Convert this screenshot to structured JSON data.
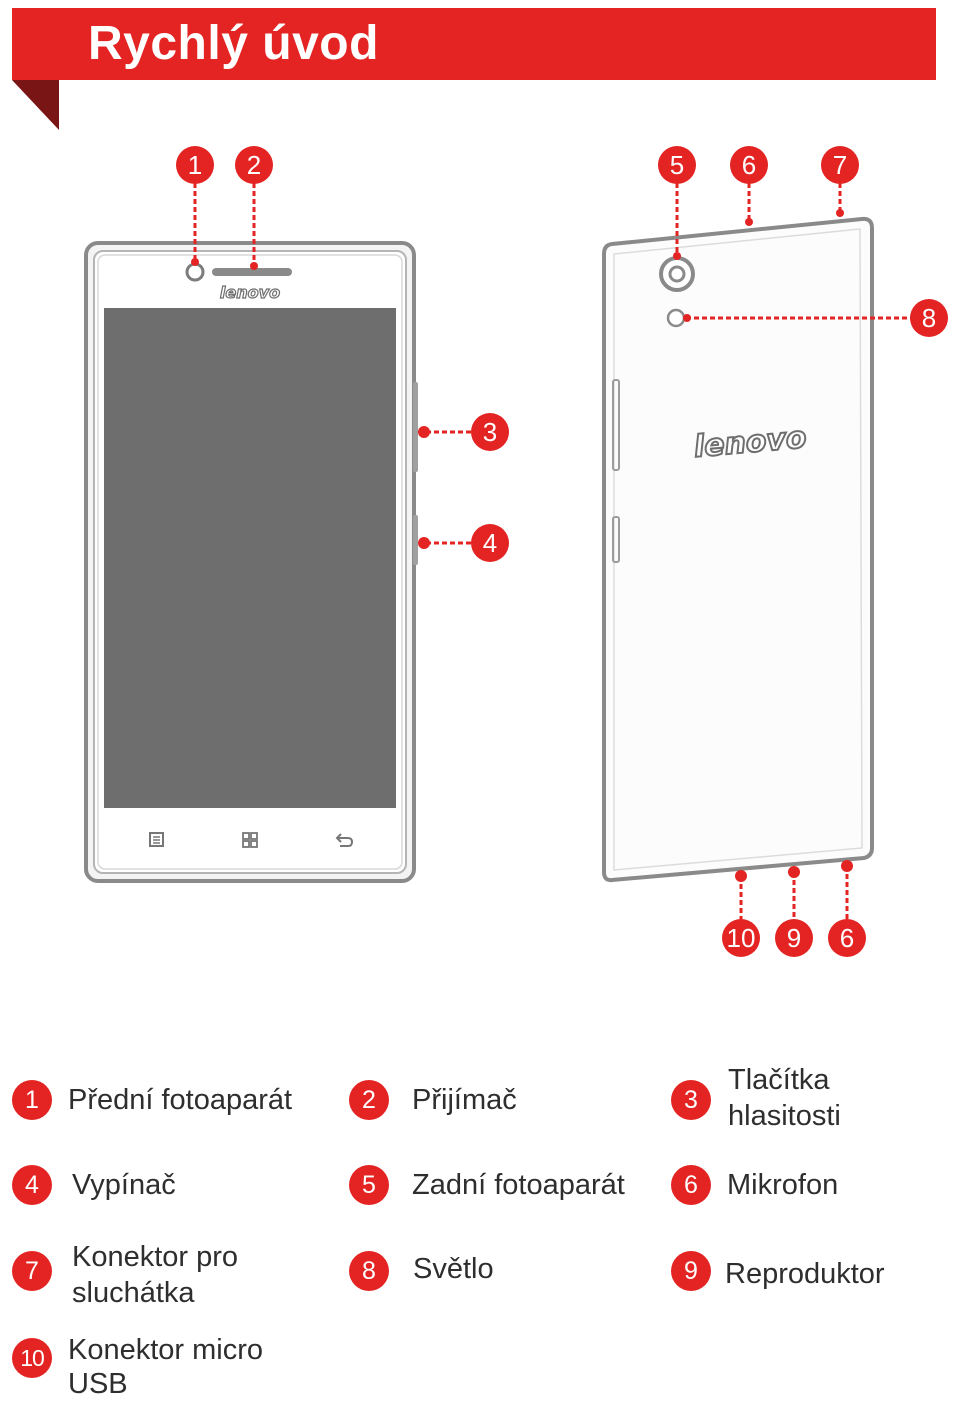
{
  "header": {
    "title": "Rychlý úvod",
    "color": "#e32423"
  },
  "front_phone": {
    "brand_logo": "lenovo",
    "nav_icons": [
      "menu-icon",
      "home-icon",
      "back-icon"
    ],
    "screen_color": "#6e6e6e"
  },
  "back_phone": {
    "brand_logo": "lenovo"
  },
  "callouts": {
    "front_camera": "1",
    "receiver": "2",
    "volume": "3",
    "power": "4",
    "rear_camera": "5",
    "mic_top": "6",
    "headset": "7",
    "flash": "8",
    "usb": "10",
    "speaker": "9",
    "mic_bottom": "6"
  },
  "legend": [
    {
      "num": "1",
      "label": "Přední fotoaparát"
    },
    {
      "num": "2",
      "label": "Přijímač"
    },
    {
      "num": "3",
      "label_lines": [
        "Tlačítka",
        "hlasitosti"
      ]
    },
    {
      "num": "4",
      "label": "Vypínač"
    },
    {
      "num": "5",
      "label": "Zadní fotoaparát"
    },
    {
      "num": "6",
      "label": "Mikrofon"
    },
    {
      "num": "7",
      "label_lines": [
        "Konektor pro",
        "sluchátka"
      ]
    },
    {
      "num": "8",
      "label": "Světlo"
    },
    {
      "num": "9",
      "label": "Reproduktor"
    },
    {
      "num": "10",
      "label_lines": [
        "Konektor micro",
        "USB"
      ]
    }
  ]
}
